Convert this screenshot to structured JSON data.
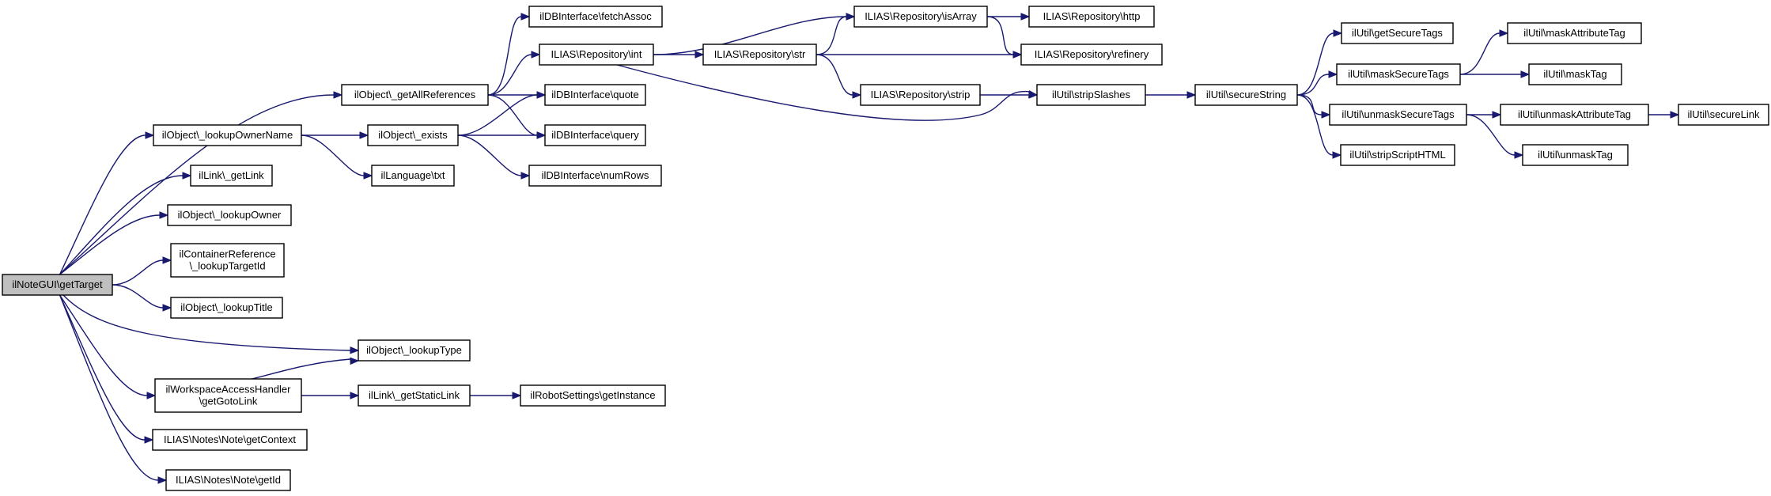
{
  "graph": {
    "edge_color": "#191970",
    "root_fill": "#bfbfbf",
    "node_fill": "#ffffff",
    "nodes": [
      {
        "id": "root",
        "lines": [
          "ilNoteGUI\\getTarget"
        ]
      },
      {
        "id": "getAllReferences",
        "lines": [
          "ilObject\\_getAllReferences"
        ]
      },
      {
        "id": "lookupOwnerName",
        "lines": [
          "ilObject\\_lookupOwnerName"
        ]
      },
      {
        "id": "getLink",
        "lines": [
          "ilLink\\_getLink"
        ]
      },
      {
        "id": "lookupOwner",
        "lines": [
          "ilObject\\_lookupOwner"
        ]
      },
      {
        "id": "lookupTargetId",
        "lines": [
          "ilContainerReference",
          "\\_lookupTargetId"
        ]
      },
      {
        "id": "lookupTitle",
        "lines": [
          "ilObject\\_lookupTitle"
        ]
      },
      {
        "id": "lookupType",
        "lines": [
          "ilObject\\_lookupType"
        ]
      },
      {
        "id": "getGotoLink",
        "lines": [
          "ilWorkspaceAccessHandler",
          "\\getGotoLink"
        ]
      },
      {
        "id": "getContext",
        "lines": [
          "ILIAS\\Notes\\Note\\getContext"
        ]
      },
      {
        "id": "getId",
        "lines": [
          "ILIAS\\Notes\\Note\\getId"
        ]
      },
      {
        "id": "fetchAssoc",
        "lines": [
          "ilDBInterface\\fetchAssoc"
        ]
      },
      {
        "id": "repoInt",
        "lines": [
          "ILIAS\\Repository\\int"
        ]
      },
      {
        "id": "quote",
        "lines": [
          "ilDBInterface\\quote"
        ]
      },
      {
        "id": "query",
        "lines": [
          "ilDBInterface\\query"
        ]
      },
      {
        "id": "exists",
        "lines": [
          "ilObject\\_exists"
        ]
      },
      {
        "id": "langTxt",
        "lines": [
          "ilLanguage\\txt"
        ]
      },
      {
        "id": "numRows",
        "lines": [
          "ilDBInterface\\numRows"
        ]
      },
      {
        "id": "getStaticLink",
        "lines": [
          "ilLink\\_getStaticLink"
        ]
      },
      {
        "id": "robotGetInstance",
        "lines": [
          "ilRobotSettings\\getInstance"
        ]
      },
      {
        "id": "isArray",
        "lines": [
          "ILIAS\\Repository\\isArray"
        ]
      },
      {
        "id": "repoStr",
        "lines": [
          "ILIAS\\Repository\\str"
        ]
      },
      {
        "id": "repoStrip",
        "lines": [
          "ILIAS\\Repository\\strip"
        ]
      },
      {
        "id": "repoHttp",
        "lines": [
          "ILIAS\\Repository\\http"
        ]
      },
      {
        "id": "refinery",
        "lines": [
          "ILIAS\\Repository\\refinery"
        ]
      },
      {
        "id": "stripSlashes",
        "lines": [
          "ilUtil\\stripSlashes"
        ]
      },
      {
        "id": "secureString",
        "lines": [
          "ilUtil\\secureString"
        ]
      },
      {
        "id": "getSecureTags",
        "lines": [
          "ilUtil\\getSecureTags"
        ]
      },
      {
        "id": "maskSecureTags",
        "lines": [
          "ilUtil\\maskSecureTags"
        ]
      },
      {
        "id": "unmaskSecureTags",
        "lines": [
          "ilUtil\\unmaskSecureTags"
        ]
      },
      {
        "id": "stripScriptHTML",
        "lines": [
          "ilUtil\\stripScriptHTML"
        ]
      },
      {
        "id": "maskAttributeTag",
        "lines": [
          "ilUtil\\maskAttributeTag"
        ]
      },
      {
        "id": "maskTag",
        "lines": [
          "ilUtil\\maskTag"
        ]
      },
      {
        "id": "unmaskAttributeTag",
        "lines": [
          "ilUtil\\unmaskAttributeTag"
        ]
      },
      {
        "id": "unmaskTag",
        "lines": [
          "ilUtil\\unmaskTag"
        ]
      },
      {
        "id": "secureLink",
        "lines": [
          "ilUtil\\secureLink"
        ]
      }
    ],
    "edges": [
      [
        "root",
        "getAllReferences"
      ],
      [
        "root",
        "lookupOwnerName"
      ],
      [
        "root",
        "getLink"
      ],
      [
        "root",
        "lookupOwner"
      ],
      [
        "root",
        "lookupTargetId"
      ],
      [
        "root",
        "lookupTitle"
      ],
      [
        "root",
        "lookupType"
      ],
      [
        "root",
        "getGotoLink"
      ],
      [
        "root",
        "getContext"
      ],
      [
        "root",
        "getId"
      ],
      [
        "getAllReferences",
        "fetchAssoc"
      ],
      [
        "getAllReferences",
        "repoInt"
      ],
      [
        "getAllReferences",
        "quote"
      ],
      [
        "getAllReferences",
        "query"
      ],
      [
        "lookupOwnerName",
        "exists"
      ],
      [
        "lookupOwnerName",
        "langTxt"
      ],
      [
        "exists",
        "quote"
      ],
      [
        "exists",
        "query"
      ],
      [
        "exists",
        "numRows"
      ],
      [
        "getGotoLink",
        "lookupType"
      ],
      [
        "getGotoLink",
        "getStaticLink"
      ],
      [
        "getStaticLink",
        "robotGetInstance"
      ],
      [
        "repoInt",
        "isArray"
      ],
      [
        "repoInt",
        "repoStr"
      ],
      [
        "repoInt",
        "stripSlashes"
      ],
      [
        "repoStr",
        "isArray"
      ],
      [
        "repoStr",
        "refinery"
      ],
      [
        "repoStr",
        "repoStrip"
      ],
      [
        "isArray",
        "repoHttp"
      ],
      [
        "isArray",
        "refinery"
      ],
      [
        "repoStrip",
        "stripSlashes"
      ],
      [
        "stripSlashes",
        "secureString"
      ],
      [
        "secureString",
        "getSecureTags"
      ],
      [
        "secureString",
        "maskSecureTags"
      ],
      [
        "secureString",
        "unmaskSecureTags"
      ],
      [
        "secureString",
        "stripScriptHTML"
      ],
      [
        "maskSecureTags",
        "maskAttributeTag"
      ],
      [
        "maskSecureTags",
        "maskTag"
      ],
      [
        "unmaskSecureTags",
        "unmaskAttributeTag"
      ],
      [
        "unmaskSecureTags",
        "unmaskTag"
      ],
      [
        "unmaskAttributeTag",
        "secureLink"
      ]
    ]
  }
}
